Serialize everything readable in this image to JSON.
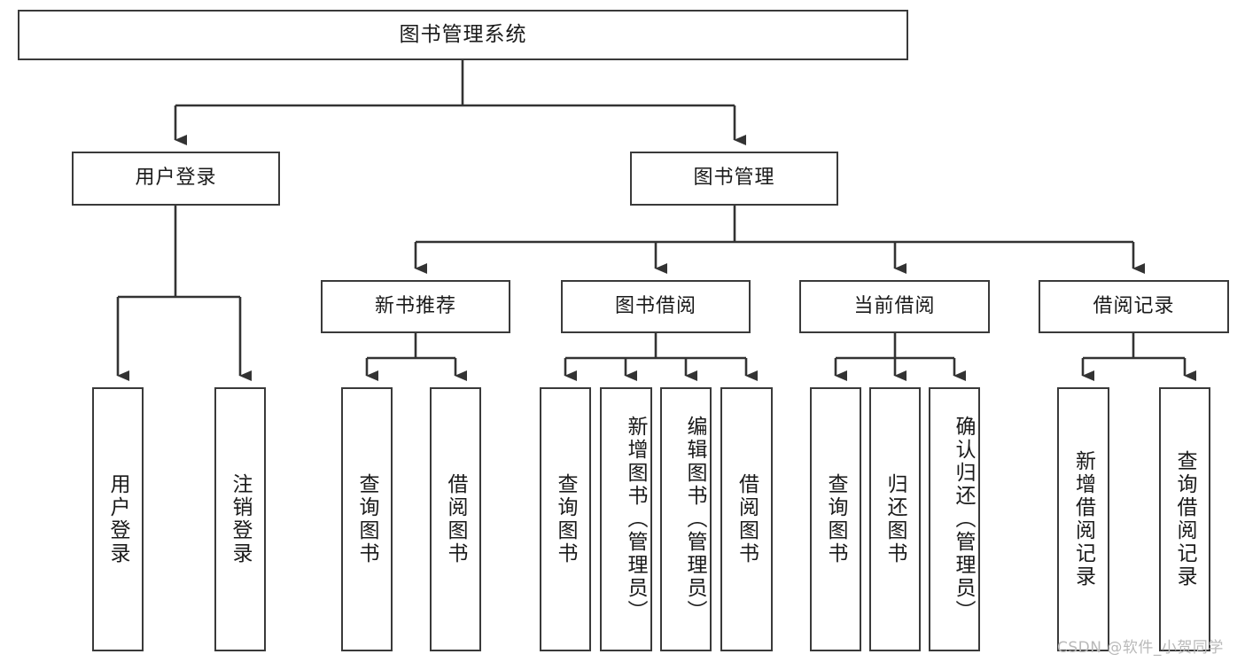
{
  "diagram": {
    "title": "图书管理系统",
    "type": "tree-hierarchy-chart",
    "orientation": "top-down",
    "colors": {
      "box_border": "#3a3a3a",
      "box_fill": "#ffffff",
      "connector": "#333333",
      "text": "#1a1a1a",
      "watermark": "#b9b9b9",
      "background": "#ffffff"
    }
  },
  "root": {
    "label": "图书管理系统"
  },
  "level2": [
    {
      "label": "用户登录"
    },
    {
      "label": "图书管理"
    }
  ],
  "level3": [
    {
      "label": "新书推荐"
    },
    {
      "label": "图书借阅"
    },
    {
      "label": "当前借阅"
    },
    {
      "label": "借阅记录"
    }
  ],
  "leaves": {
    "user_login": [
      {
        "label": "用户登录"
      },
      {
        "label": "注销登录"
      }
    ],
    "new_book_recommend": [
      {
        "label": "查询图书"
      },
      {
        "label": "借阅图书"
      }
    ],
    "book_borrow": [
      {
        "label": "查询图书"
      },
      {
        "label": "新增图书（管理员）"
      },
      {
        "label": "编辑图书（管理员）"
      },
      {
        "label": "借阅图书"
      }
    ],
    "current_borrow": [
      {
        "label": "查询图书"
      },
      {
        "label": "归还图书"
      },
      {
        "label": "确认归还（管理员）"
      }
    ],
    "borrow_record": [
      {
        "label": "新增借阅记录"
      },
      {
        "label": "查询借阅记录"
      }
    ]
  },
  "watermark": {
    "text": "CSDN @软件_小贺同学"
  }
}
